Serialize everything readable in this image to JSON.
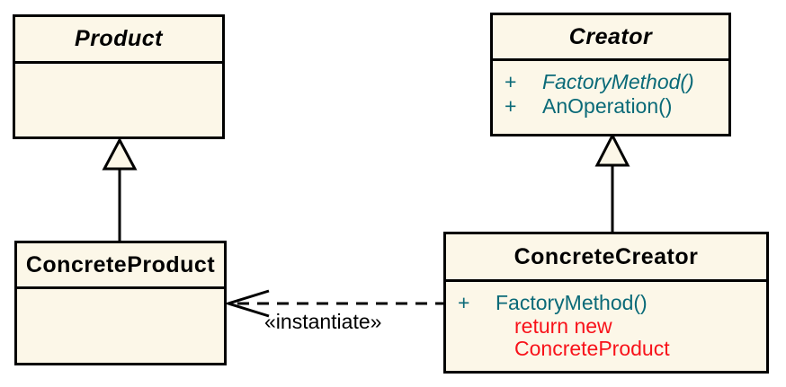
{
  "diagram": {
    "colors": {
      "background": "#FFFFFF",
      "box_fill": "#FCF7E8",
      "line": "#000000",
      "title_text": "#000000",
      "method_text": "#0A6A78",
      "note_text": "#F8121A"
    },
    "classes": {
      "product": {
        "name": "Product"
      },
      "creator": {
        "name": "Creator",
        "methods": [
          {
            "visibility": "+",
            "signature": "FactoryMethod()"
          },
          {
            "visibility": "+",
            "signature": "AnOperation()"
          }
        ]
      },
      "concrete_product": {
        "name": "ConcreteProduct"
      },
      "concrete_creator": {
        "name": "ConcreteCreator",
        "methods": [
          {
            "visibility": "+",
            "signature": "FactoryMethod()"
          }
        ],
        "code_note": [
          "return new",
          "ConcreteProduct"
        ]
      }
    },
    "relationships": {
      "instantiate_label": "«instantiate»"
    }
  }
}
